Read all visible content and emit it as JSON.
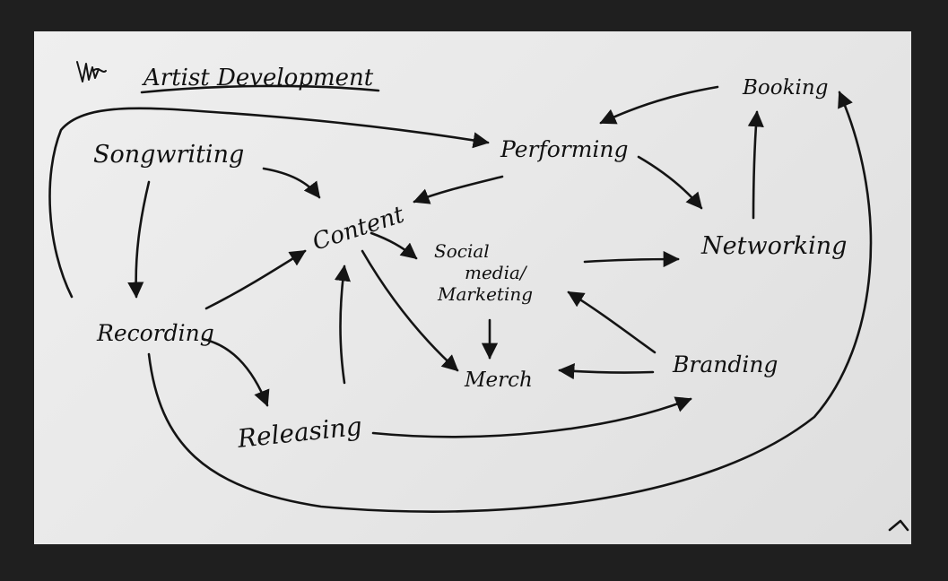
{
  "diagram": {
    "title": "Artist Development",
    "corner_mark": "sketch scribble",
    "colors": {
      "frame": "#1f1f1f",
      "paper": "#ebebeb",
      "ink": "#141414"
    },
    "nodes": {
      "songwriting": "Songwriting",
      "recording": "Recording",
      "releasing": "Releasing",
      "content": "Content",
      "performing": "Performing",
      "booking": "Booking",
      "networking": "Networking",
      "social_media_line1": "Social",
      "social_media_line2": "media/",
      "social_media_line3": "Marketing",
      "merch": "Merch",
      "branding": "Branding"
    },
    "edges": [
      {
        "from": "Songwriting",
        "to": "Content"
      },
      {
        "from": "Songwriting",
        "to": "Recording"
      },
      {
        "from": "Recording",
        "to": "Content"
      },
      {
        "from": "Recording",
        "to": "Releasing"
      },
      {
        "from": "Recording",
        "to": "Performing"
      },
      {
        "from": "Recording",
        "to": "Booking"
      },
      {
        "from": "Releasing",
        "to": "Content"
      },
      {
        "from": "Releasing",
        "to": "Branding"
      },
      {
        "from": "Content",
        "to": "Social media/Marketing"
      },
      {
        "from": "Content",
        "to": "Merch"
      },
      {
        "from": "Performing",
        "to": "Content"
      },
      {
        "from": "Performing",
        "to": "Networking"
      },
      {
        "from": "Booking",
        "to": "Performing"
      },
      {
        "from": "Networking",
        "to": "Booking"
      },
      {
        "from": "Social media/Marketing",
        "to": "Networking"
      },
      {
        "from": "Social media/Marketing",
        "to": "Merch"
      },
      {
        "from": "Branding",
        "to": "Social media/Marketing"
      },
      {
        "from": "Branding",
        "to": "Merch"
      }
    ]
  }
}
